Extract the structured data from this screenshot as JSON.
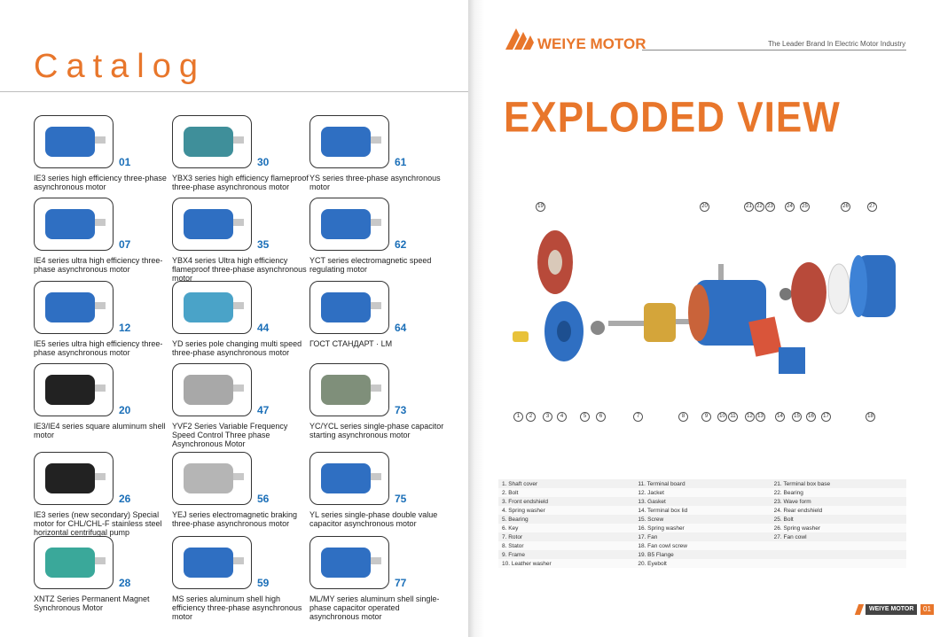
{
  "left_page": {
    "title": "Catalog",
    "items": [
      {
        "num": "01",
        "caption": "IE3 series high efficiency three-phase asynchronous motor",
        "color": "#2f6fc2"
      },
      {
        "num": "07",
        "caption": "IE4 series ultra high efficiency three-phase asynchronous motor",
        "color": "#2f6fc2"
      },
      {
        "num": "12",
        "caption": "IE5 series ultra high efficiency three-phase asynchronous motor",
        "color": "#2f6fc2"
      },
      {
        "num": "20",
        "caption": "IE3/IE4 series square aluminum shell motor",
        "color": "#222222"
      },
      {
        "num": "26",
        "caption": "IE3 series (new secondary) Special motor for CHL/CHL-F stainless steel horizontal centrifugal pump",
        "color": "#222222"
      },
      {
        "num": "28",
        "caption": "XNTZ Series Permanent Magnet Synchronous Motor",
        "color": "#3aa89a"
      },
      {
        "num": "30",
        "caption": "YBX3 series high efficiency flameproof three-phase asynchronous motor",
        "color": "#3f8f9a"
      },
      {
        "num": "35",
        "caption": "YBX4 series Ultra high efficiency flameproof three-phase asynchronous motor",
        "color": "#2f6fc2"
      },
      {
        "num": "44",
        "caption": "YD series pole changing multi speed three-phase asynchronous motor",
        "color": "#4aa3c8"
      },
      {
        "num": "47",
        "caption": "YVF2 Series Variable Frequency Speed Control Three phase Asynchronous Motor",
        "color": "#a8a8a8"
      },
      {
        "num": "56",
        "caption": "YEJ series electromagnetic braking three-phase asynchronous motor",
        "color": "#b5b5b5"
      },
      {
        "num": "59",
        "caption": "MS series aluminum shell high efficiency three-phase asynchronous motor",
        "color": "#2f6fc2"
      },
      {
        "num": "61",
        "caption": "YS series three-phase asynchronous motor",
        "color": "#2f6fc2"
      },
      {
        "num": "62",
        "caption": "YCT series electromagnetic speed regulating motor",
        "color": "#2f6fc2"
      },
      {
        "num": "64",
        "caption": "ГОСТ СТАНДАРТ · LM",
        "color": "#2f6fc2"
      },
      {
        "num": "73",
        "caption": "YC/YCL series single-phase capacitor starting asynchronous motor",
        "color": "#7f8f7a"
      },
      {
        "num": "75",
        "caption": "YL series single-phase double value capacitor asynchronous motor",
        "color": "#2f6fc2"
      },
      {
        "num": "77",
        "caption": "ML/MY series aluminum shell single-phase capacitor operated asynchronous motor",
        "color": "#2f6fc2"
      }
    ]
  },
  "right_page": {
    "brand": "WEIYE MOTOR",
    "tagline": "The Leader Brand In Electric Motor Industry",
    "heading": "EXPLODED VIEW",
    "callouts_top": [
      "19",
      "20",
      "21",
      "22",
      "23",
      "24",
      "25",
      "26",
      "27"
    ],
    "callouts_bottom": [
      "1",
      "2",
      "3",
      "4",
      "5",
      "6",
      "7",
      "8",
      "9",
      "10",
      "11",
      "12",
      "13",
      "14",
      "15",
      "16",
      "17",
      "18"
    ],
    "parts": [
      [
        "1. Shaft cover",
        "11. Terminal board",
        "21. Terminal box base"
      ],
      [
        "2. Bolt",
        "12. Jacket",
        "22. Bearing"
      ],
      [
        "3. Front endshield",
        "13. Gasket",
        "23. Wave form"
      ],
      [
        "4. Spring washer",
        "14. Terminal box lid",
        "24. Rear endshield"
      ],
      [
        "5. Bearing",
        "15. Screw",
        "25. Bolt"
      ],
      [
        "6. Key",
        "16. Spring washer",
        "26. Spring washer"
      ],
      [
        "7. Rotor",
        "17. Fan",
        "27. Fan cowl"
      ],
      [
        "8. Stator",
        "18. Fan cowl screw",
        ""
      ],
      [
        "9. Frame",
        "19. B5 Flange",
        ""
      ],
      [
        "10. Leather washer",
        "20. Eyebolt",
        ""
      ]
    ],
    "footer_brand": "WEIYE MOTOR",
    "page_number": "01",
    "accent": "#e8762b"
  }
}
